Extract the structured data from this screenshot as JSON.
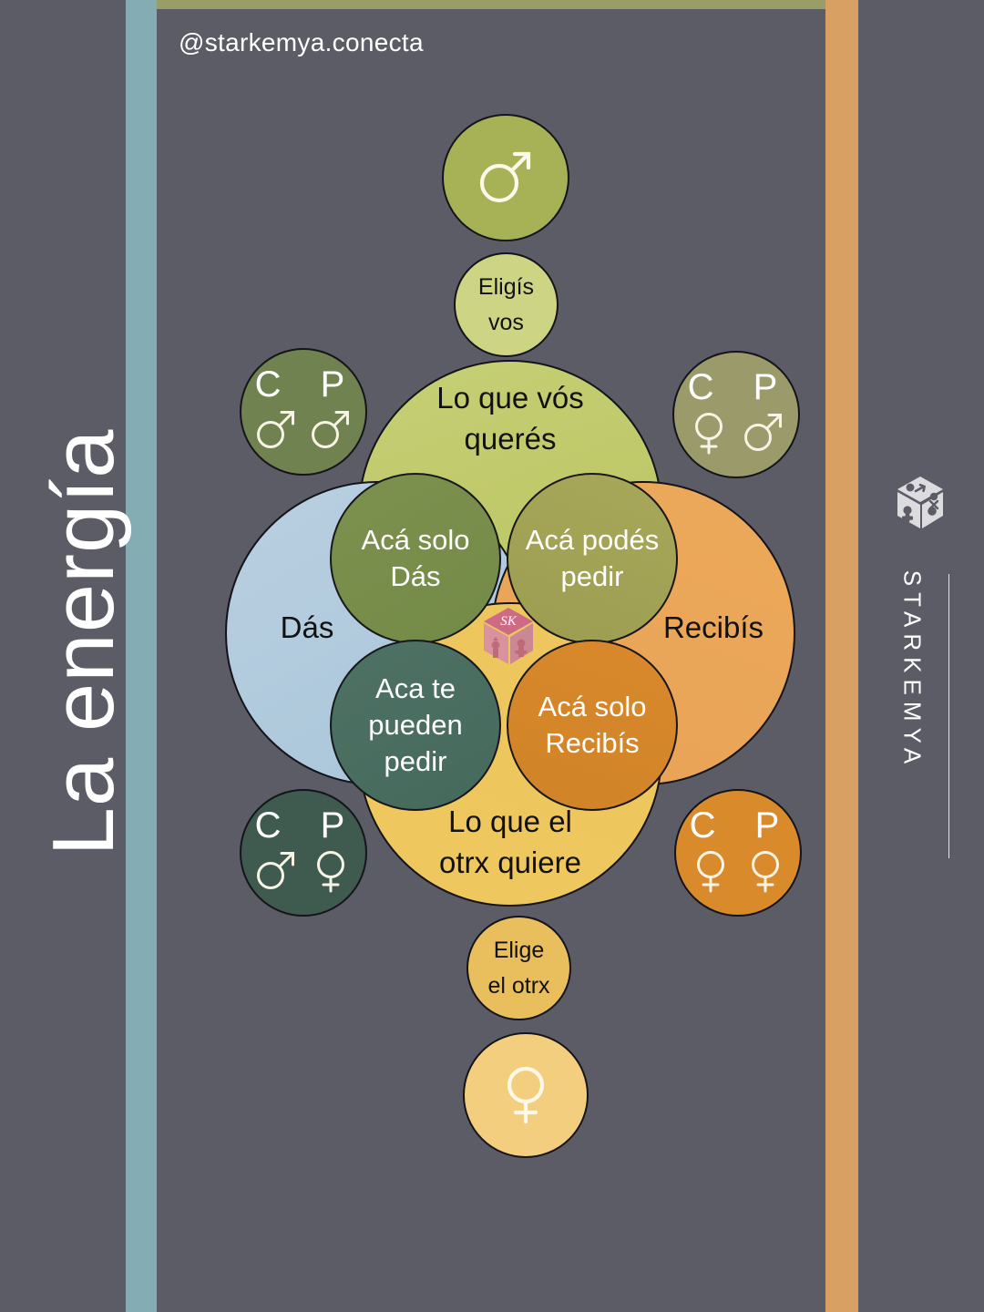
{
  "page": {
    "handle": "@starkemya.conecta",
    "vertical_title": "La energía",
    "background_color": "#5c5c66"
  },
  "brand": {
    "name": "STARKEMYA",
    "logo_icon": "hexagon-sk-logo-icon"
  },
  "accent_bars": {
    "top_color": "#9a9e66",
    "left_color": "#83adb3",
    "right_color": "#d9a063"
  },
  "top_node": {
    "symbol": "mars-symbol-icon",
    "symbol_circle_color": "#a7b257",
    "caption": "Eligís\nvos",
    "caption_line1": "Eligís",
    "caption_line2": "vos",
    "caption_circle_color": "#cdd484"
  },
  "bottom_node": {
    "symbol": "venus-symbol-icon",
    "symbol_circle_color": "#f4ce7f",
    "caption_line1": "Elige",
    "caption_line2": "el otrx",
    "caption_circle_color": "#e9be5c"
  },
  "venn": {
    "center_logo": "sk-cube-logo-icon",
    "sets": [
      {
        "id": "top",
        "label_line1": "Lo que vós",
        "label_line2": "querés",
        "color": "#bfc96a",
        "text_color": "#111111"
      },
      {
        "id": "left",
        "label_line1": "Dás",
        "label_line2": "",
        "color": "#aec8da",
        "text_color": "#111111"
      },
      {
        "id": "right",
        "label_line1": "Recibís",
        "label_line2": "",
        "color": "#eaa559",
        "text_color": "#111111"
      },
      {
        "id": "bottom",
        "label_line1": "Lo que el",
        "label_line2": "otrx quiere",
        "color": "#edc65d",
        "text_color": "#111111"
      }
    ],
    "intersections": [
      {
        "id": "top-left",
        "label_line1": "Acá solo",
        "label_line2": "Dás",
        "label_line3": "",
        "color": "#788c4b",
        "text_color": "#ffffff"
      },
      {
        "id": "top-right",
        "label_line1": "Acá podés",
        "label_line2": "pedir",
        "label_line3": "",
        "color": "#a2a256",
        "text_color": "#ffffff"
      },
      {
        "id": "bottom-left",
        "label_line1": "Aca te",
        "label_line2": "pueden",
        "label_line3": "pedir",
        "color": "#496d5f",
        "text_color": "#ffffff"
      },
      {
        "id": "bottom-right",
        "label_line1": "Acá solo",
        "label_line2": "Recibís",
        "label_line3": "",
        "color": "#d4862a",
        "text_color": "#ffffff"
      }
    ]
  },
  "badges": [
    {
      "id": "top-left",
      "label": "C P",
      "symbols": [
        "mars-symbol-icon",
        "mars-symbol-icon"
      ],
      "color": "#6f8250"
    },
    {
      "id": "top-right",
      "label": "C P",
      "symbols": [
        "venus-symbol-icon",
        "mars-symbol-icon"
      ],
      "color": "#9a9a6b"
    },
    {
      "id": "bottom-left",
      "label": "C P",
      "symbols": [
        "mars-symbol-icon",
        "venus-symbol-icon"
      ],
      "color": "#3f5b50"
    },
    {
      "id": "bottom-right",
      "label": "C P",
      "symbols": [
        "venus-symbol-icon",
        "venus-symbol-icon"
      ],
      "color": "#d98a2b"
    }
  ]
}
